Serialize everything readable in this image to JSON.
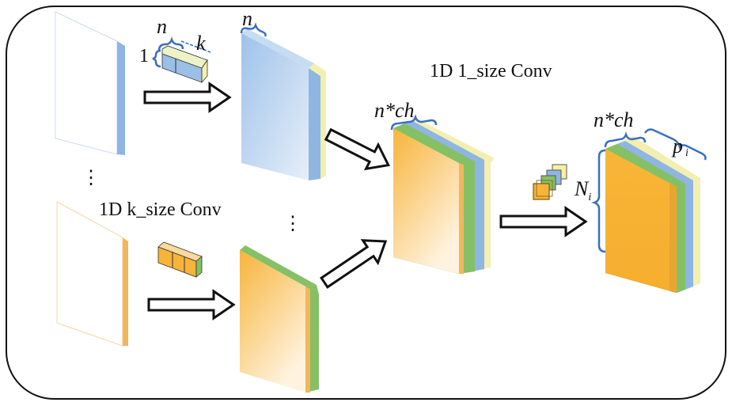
{
  "labels": {
    "conv_1size": "1D 1_size Conv",
    "conv_ksize": "1D k_size Conv",
    "kernel_n": "n",
    "kernel_1": "1",
    "kernel_k": "k",
    "slab_n": "n",
    "center_nch": "n*ch",
    "right_nch": "n*ch",
    "p": "p",
    "p_sub": "i",
    "N": "N",
    "N_sub": "i",
    "ellipsis_left": "⋮",
    "ellipsis_mid": "⋮"
  },
  "colors": {
    "blue": "#8fb6e3",
    "light_blue": "#cfe0f4",
    "yellow": "#f3efb0",
    "orange": "#f7b43a",
    "light_orange": "#fde2b0",
    "green": "#86c065",
    "brace": "#3b6fc0"
  }
}
